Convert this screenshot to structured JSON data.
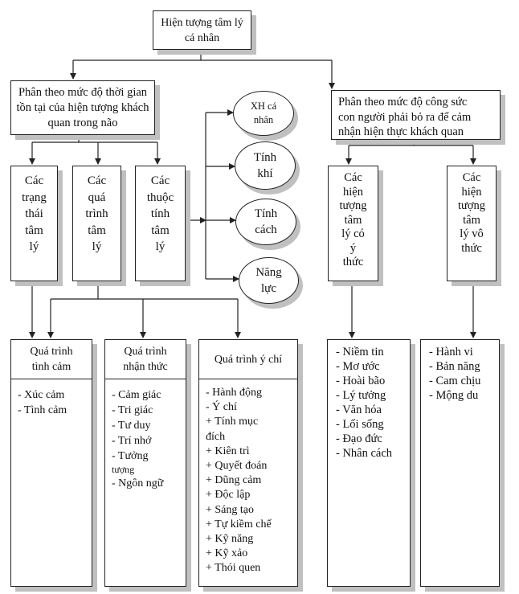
{
  "root": {
    "lines": [
      "Hiện tượng tâm lý",
      "cá nhân"
    ]
  },
  "left_branch": {
    "lines": [
      "Phân theo mức độ thời gian",
      "tồn tại của hiện tượng khách",
      "quan trong não"
    ],
    "columns": [
      {
        "lines": [
          "Các",
          "trạng",
          "thái",
          "tâm",
          "lý"
        ]
      },
      {
        "lines": [
          "Các",
          "quá",
          "trình",
          "tâm",
          "lý"
        ]
      },
      {
        "lines": [
          "Các",
          "thuộc",
          "tính",
          "tâm",
          "lý"
        ]
      }
    ],
    "attributes": [
      {
        "lines": [
          "XH cá",
          "nhân"
        ]
      },
      {
        "lines": [
          "Tính",
          "khí"
        ]
      },
      {
        "lines": [
          "Tính",
          "cách"
        ]
      },
      {
        "lines": [
          "Năng",
          "lực"
        ]
      }
    ],
    "processes": [
      {
        "title": [
          "Quá trình",
          "tình  cảm"
        ],
        "items": [
          "- Xúc  cảm",
          "- Tình  cảm"
        ]
      },
      {
        "title": [
          "Quá trình",
          "nhận  thức"
        ],
        "items": [
          "- Cảm  giác",
          "- Tri  giác",
          "- Tư  duy",
          "- Trí  nhớ",
          "- Tưởng",
          "tượng",
          "- Ngôn  ngữ"
        ]
      },
      {
        "title": [
          "Quá trình  ý chí"
        ],
        "items": [
          "- Hành  động",
          "- Ý  chí",
          "+ Tính  mục",
          "đích",
          "+ Kiên  trì",
          "+ Quyết  đoán",
          "+ Dũng  cảm",
          "+ Độc  lập",
          "+ Sáng  tạo",
          "+ Tự  kiềm  chế",
          "+ Kỹ  năng",
          "+ Kỹ  xảo",
          "+ Thói  quen"
        ]
      }
    ]
  },
  "right_branch": {
    "lines": [
      "Phân theo mức độ công sức",
      "con người  phải bỏ ra để cảm",
      "nhận  hiện  thực khách  quan"
    ],
    "columns": [
      {
        "lines": [
          "Các",
          "hiện",
          "tượng",
          "tâm",
          "lý  có",
          "ý",
          "thức"
        ]
      },
      {
        "lines": [
          "Các",
          "hiện",
          "tượng",
          "tâm",
          "lý  vô",
          "thức"
        ]
      }
    ],
    "lists": [
      {
        "items": [
          "- Niềm  tin",
          "- Mơ ước",
          "- Hoài bão",
          "- Lý  tưởng",
          "- Văn  hóa",
          "- Lối  sống",
          "- Đạo  đức",
          "- Nhân  cách"
        ]
      },
      {
        "items": [
          "- Hành  vi",
          "- Bản  năng",
          "- Cam  chịu",
          "- Mộng  du"
        ]
      }
    ]
  },
  "colors": {
    "line": "#222222",
    "shadow": "#c0c0c0",
    "fill": "#ffffff"
  }
}
